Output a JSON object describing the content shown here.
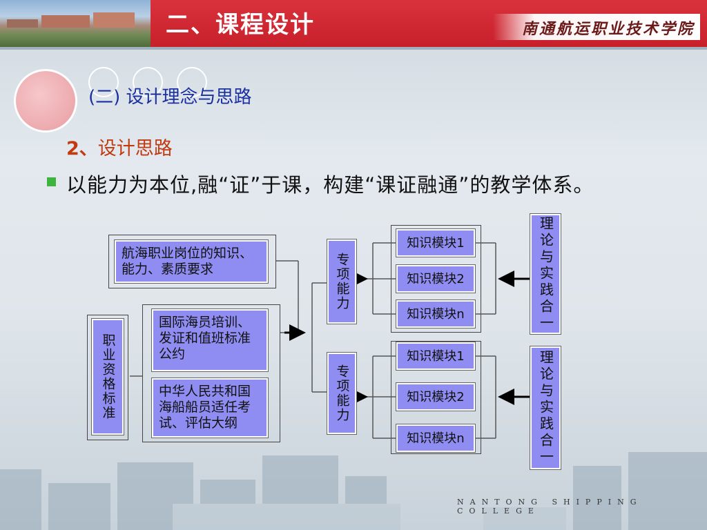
{
  "header": {
    "title": "二、课程设计",
    "college": "南通航运职业技术学院"
  },
  "section": {
    "subhead": "(二) 设计理念与思路",
    "item_num": "2、",
    "item_label": "设计思路",
    "body": "以能力为本位,融“证”于课，构建“课证融通”的教学体系。"
  },
  "diagram": {
    "job_box": "航海职业岗位的知识、能力、素质要求",
    "qual_box": "职业资格标准",
    "convention_box": "国际海员培训、发证和值班标准公约",
    "regulation_box": "中华人民共和国海船船员适任考试、评估大纲",
    "specialty_top": "专项能力",
    "specialty_bottom": "专项能力",
    "modules_top": [
      "知识模块1",
      "知识模块2",
      "知识模块n"
    ],
    "modules_bottom": [
      "知识模块1",
      "知识模块2",
      "知识模块n"
    ],
    "theory_top": "理论与实践合一",
    "theory_bottom": "理论与实践合一"
  },
  "footer": {
    "college_en": "NANTONG SHIPPING COLLEGE"
  }
}
